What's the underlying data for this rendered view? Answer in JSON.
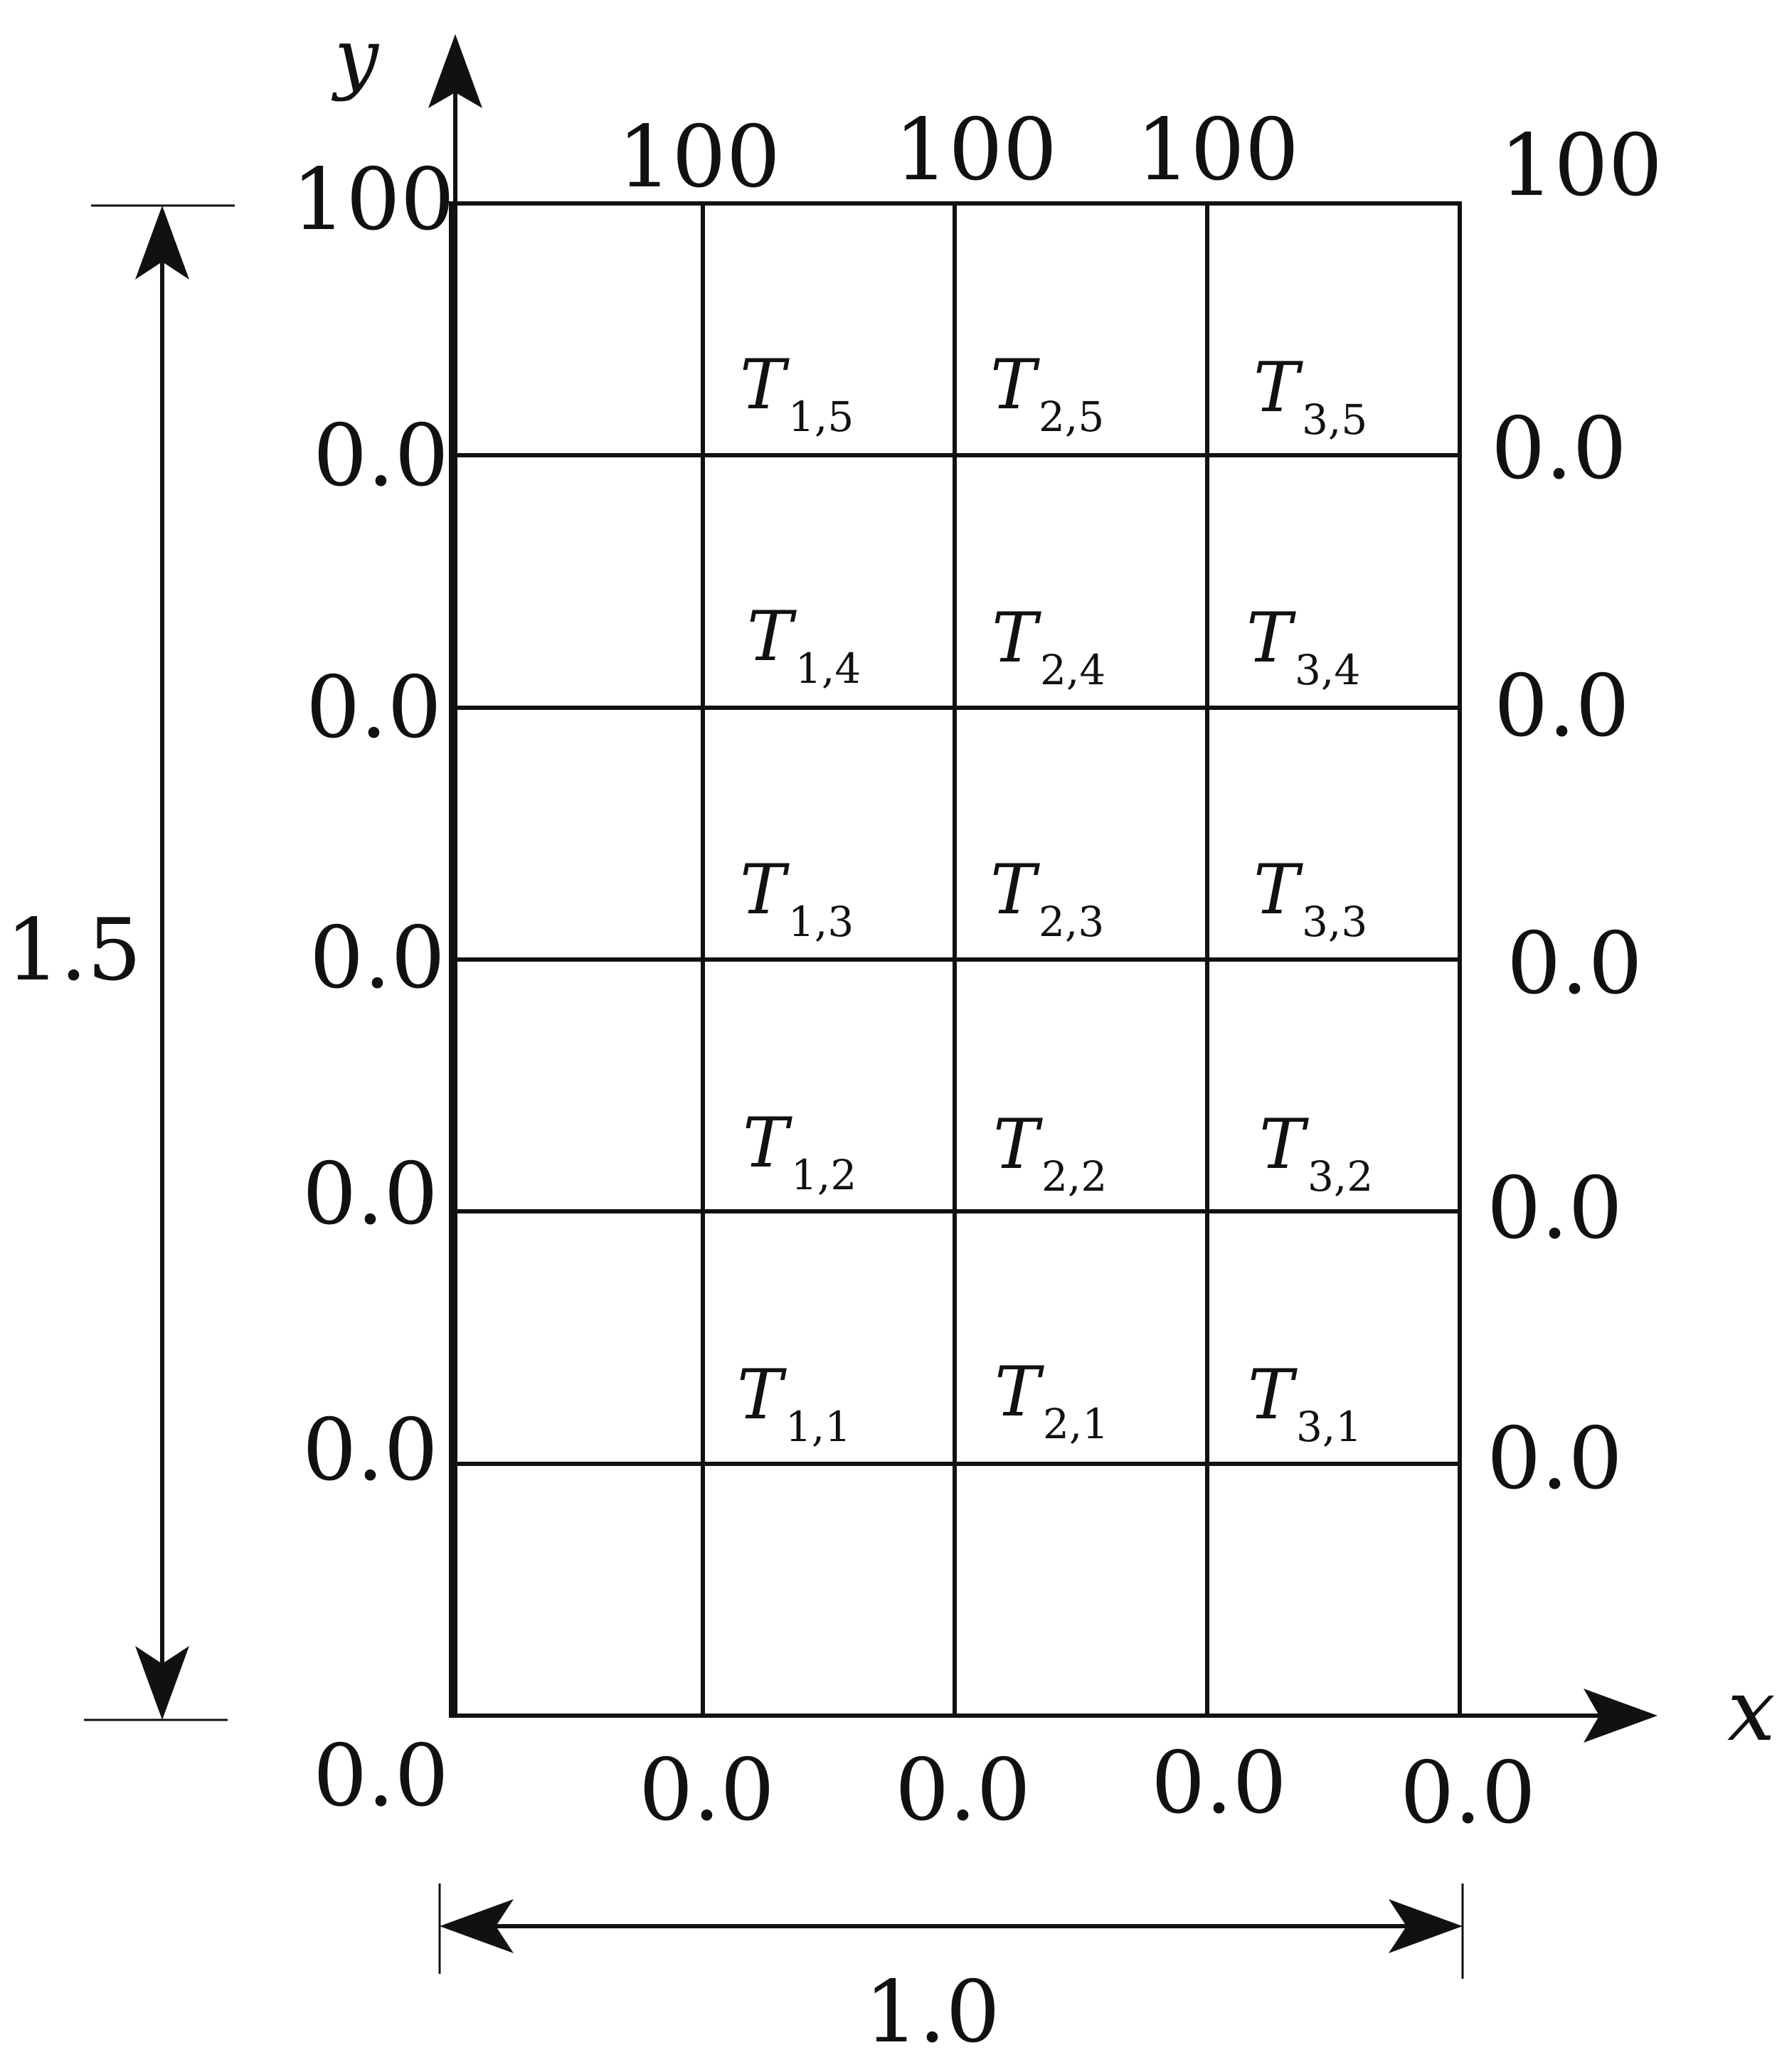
{
  "axes": {
    "x_label": "x",
    "y_label": "y"
  },
  "dimensions": {
    "height_label": "1.5",
    "width_label": "1.0"
  },
  "boundary": {
    "top": [
      "100",
      "100",
      "100",
      "100",
      "100"
    ],
    "left": [
      "0.0",
      "0.0",
      "0.0",
      "0.0",
      "0.0"
    ],
    "right": [
      "0.0",
      "0.0",
      "0.0",
      "0.0",
      "0.0"
    ],
    "bottom": [
      "0.0",
      "0.0",
      "0.0",
      "0.0",
      "0.0"
    ]
  },
  "interior_nodes": [
    {
      "symbol": "T",
      "sub": "1,5"
    },
    {
      "symbol": "T",
      "sub": "2,5"
    },
    {
      "symbol": "T",
      "sub": "3,5"
    },
    {
      "symbol": "T",
      "sub": "1,4"
    },
    {
      "symbol": "T",
      "sub": "2,4"
    },
    {
      "symbol": "T",
      "sub": "3,4"
    },
    {
      "symbol": "T",
      "sub": "1,3"
    },
    {
      "symbol": "T",
      "sub": "2,3"
    },
    {
      "symbol": "T",
      "sub": "3,3"
    },
    {
      "symbol": "T",
      "sub": "1,2"
    },
    {
      "symbol": "T",
      "sub": "2,2"
    },
    {
      "symbol": "T",
      "sub": "3,2"
    },
    {
      "symbol": "T",
      "sub": "1,1"
    },
    {
      "symbol": "T",
      "sub": "2,1"
    },
    {
      "symbol": "T",
      "sub": "3,1"
    }
  ]
}
